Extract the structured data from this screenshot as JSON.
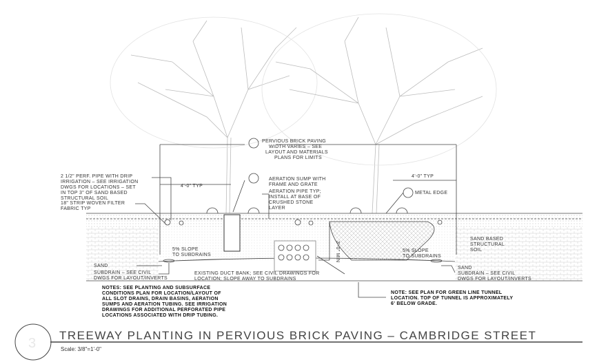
{
  "title": "TREEWAY PLANTING IN PERVIOUS BRICK PAVING – CAMBRIDGE STREET",
  "scale": "Scale: 3/8\"=1'-0\"",
  "detail_number": "3",
  "labels": {
    "pervious_paving": [
      "PERVIOUS BRICK PAVING",
      "WIDTH VARIES – SEE",
      "LAYOUT AND MATERIALS",
      "PLANS FOR LIMITS"
    ],
    "perf_pipe": [
      "2 1/2\" PERF. PIPE WITH DRIP",
      "IRRIGATION – SEE IRRIGATION",
      "DWGS FOR LOCATIONS – SET",
      "IN TOP 3\" OF SAND BASED",
      "STRUCTURAL SOIL"
    ],
    "filter_fabric": [
      "18\" STRIP WOVEN FILTER",
      "FABRIC TYP"
    ],
    "dim_left": "4'-0\" TYP",
    "dim_right": "4'-0\" TYP",
    "aeration_sump": [
      "AERATION SUMP WITH",
      "FRAME AND GRATE"
    ],
    "aeration_pipe": [
      "AERATION PIPE TYP;",
      "INSTALL AT BASE OF",
      "CRUSHED STONE",
      "LAYER"
    ],
    "metal_edge": "METAL EDGE",
    "slope_left": [
      "5% SLOPE",
      "TO SUBDRAINS"
    ],
    "slope_right": [
      "5% SLOPE",
      "TO SUBDRAINS"
    ],
    "depth_min": "3'-0\" MIN",
    "sand_based_soil": [
      "SAND BASED",
      "STRUCTURAL",
      "SOIL"
    ],
    "sand_left": "SAND",
    "subdrain_left": [
      "SUBDRAIN – SEE CIVIL",
      "DWGS FOR LAYOUT/INVERTS"
    ],
    "sand_right": "SAND",
    "subdrain_right": [
      "SUBDRAIN – SEE CIVIL",
      "DWGS FOR LAYOUT/INVERTS"
    ],
    "duct_bank": [
      "EXISTING DUCT BANK; SEE CIVIL DRAWINGS FOR",
      "LOCATION; SLOPE AWAY TO SUBDRAINS"
    ],
    "notes": [
      "NOTES: SEE PLANTING AND SUBSURFACE",
      "CONDITIONS PLAN FOR LOCATION/LAYOUT OF",
      "ALL SLOT DRAINS, DRAIN BASINS, AERATION",
      "SUMPS AND AERATION TUBING. SEE IRRIGATION",
      "DRAWINGS FOR ADDITIONAL PERFORATED PIPE",
      "LOCATIONS ASSOCIATED WITH DRIP TUBING."
    ],
    "tunnel_note": [
      "NOTE: SEE PLAN FOR GREEN LINE TUNNEL",
      "LOCATION. TOP OF TUNNEL IS APPROXIMATELY",
      "6' BELOW GRADE."
    ]
  }
}
